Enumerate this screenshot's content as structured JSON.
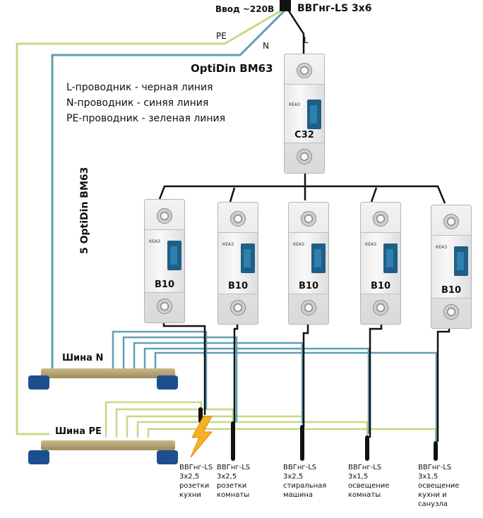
{
  "input": {
    "label": "Ввод ~220В",
    "cable": "ВВГнг-LS 3х6"
  },
  "wire_labels": {
    "pe": "PE",
    "n": "N",
    "l": "L"
  },
  "main_breaker": {
    "title": "OptiDin BM63",
    "rating": "C32",
    "brand": "КЕАЗ"
  },
  "legend": [
    "L-проводник  - черная линия",
    "N-проводник - синяя линия",
    "PE-проводник - зеленая линия"
  ],
  "group_breakers": {
    "title": "5 OptiDin BM63",
    "brand": "КЕАЗ",
    "items": [
      {
        "rating": "B10"
      },
      {
        "rating": "B10"
      },
      {
        "rating": "B10"
      },
      {
        "rating": "B10"
      },
      {
        "rating": "B10"
      }
    ]
  },
  "bus_n": {
    "label": "Шина N"
  },
  "bus_pe": {
    "label": "Шина PE"
  },
  "cables": [
    {
      "lines": [
        "ВВГнг-LS",
        "3х2,5",
        "розетки",
        "кухни"
      ]
    },
    {
      "lines": [
        "ВВГнг-LS",
        "3х2,5",
        "розетки",
        "комнаты"
      ]
    },
    {
      "lines": [
        "ВВГнг-LS",
        "3х2,5",
        "стиральная",
        "машина"
      ]
    },
    {
      "lines": [
        "ВВГнг-LS",
        "3х1,5",
        "освещение",
        "комнаты"
      ]
    },
    {
      "lines": [
        "ВВГнг-LS",
        "3х1,5",
        "освещение",
        "кухни и",
        "санузла"
      ]
    }
  ],
  "colors": {
    "l_wire": "#111111",
    "n_wire": "#5f9fb5",
    "pe_wire": "#c8d884",
    "handle": "#1f5f86",
    "bus_cap": "#1d4f8f",
    "warning": "#f5b324"
  }
}
